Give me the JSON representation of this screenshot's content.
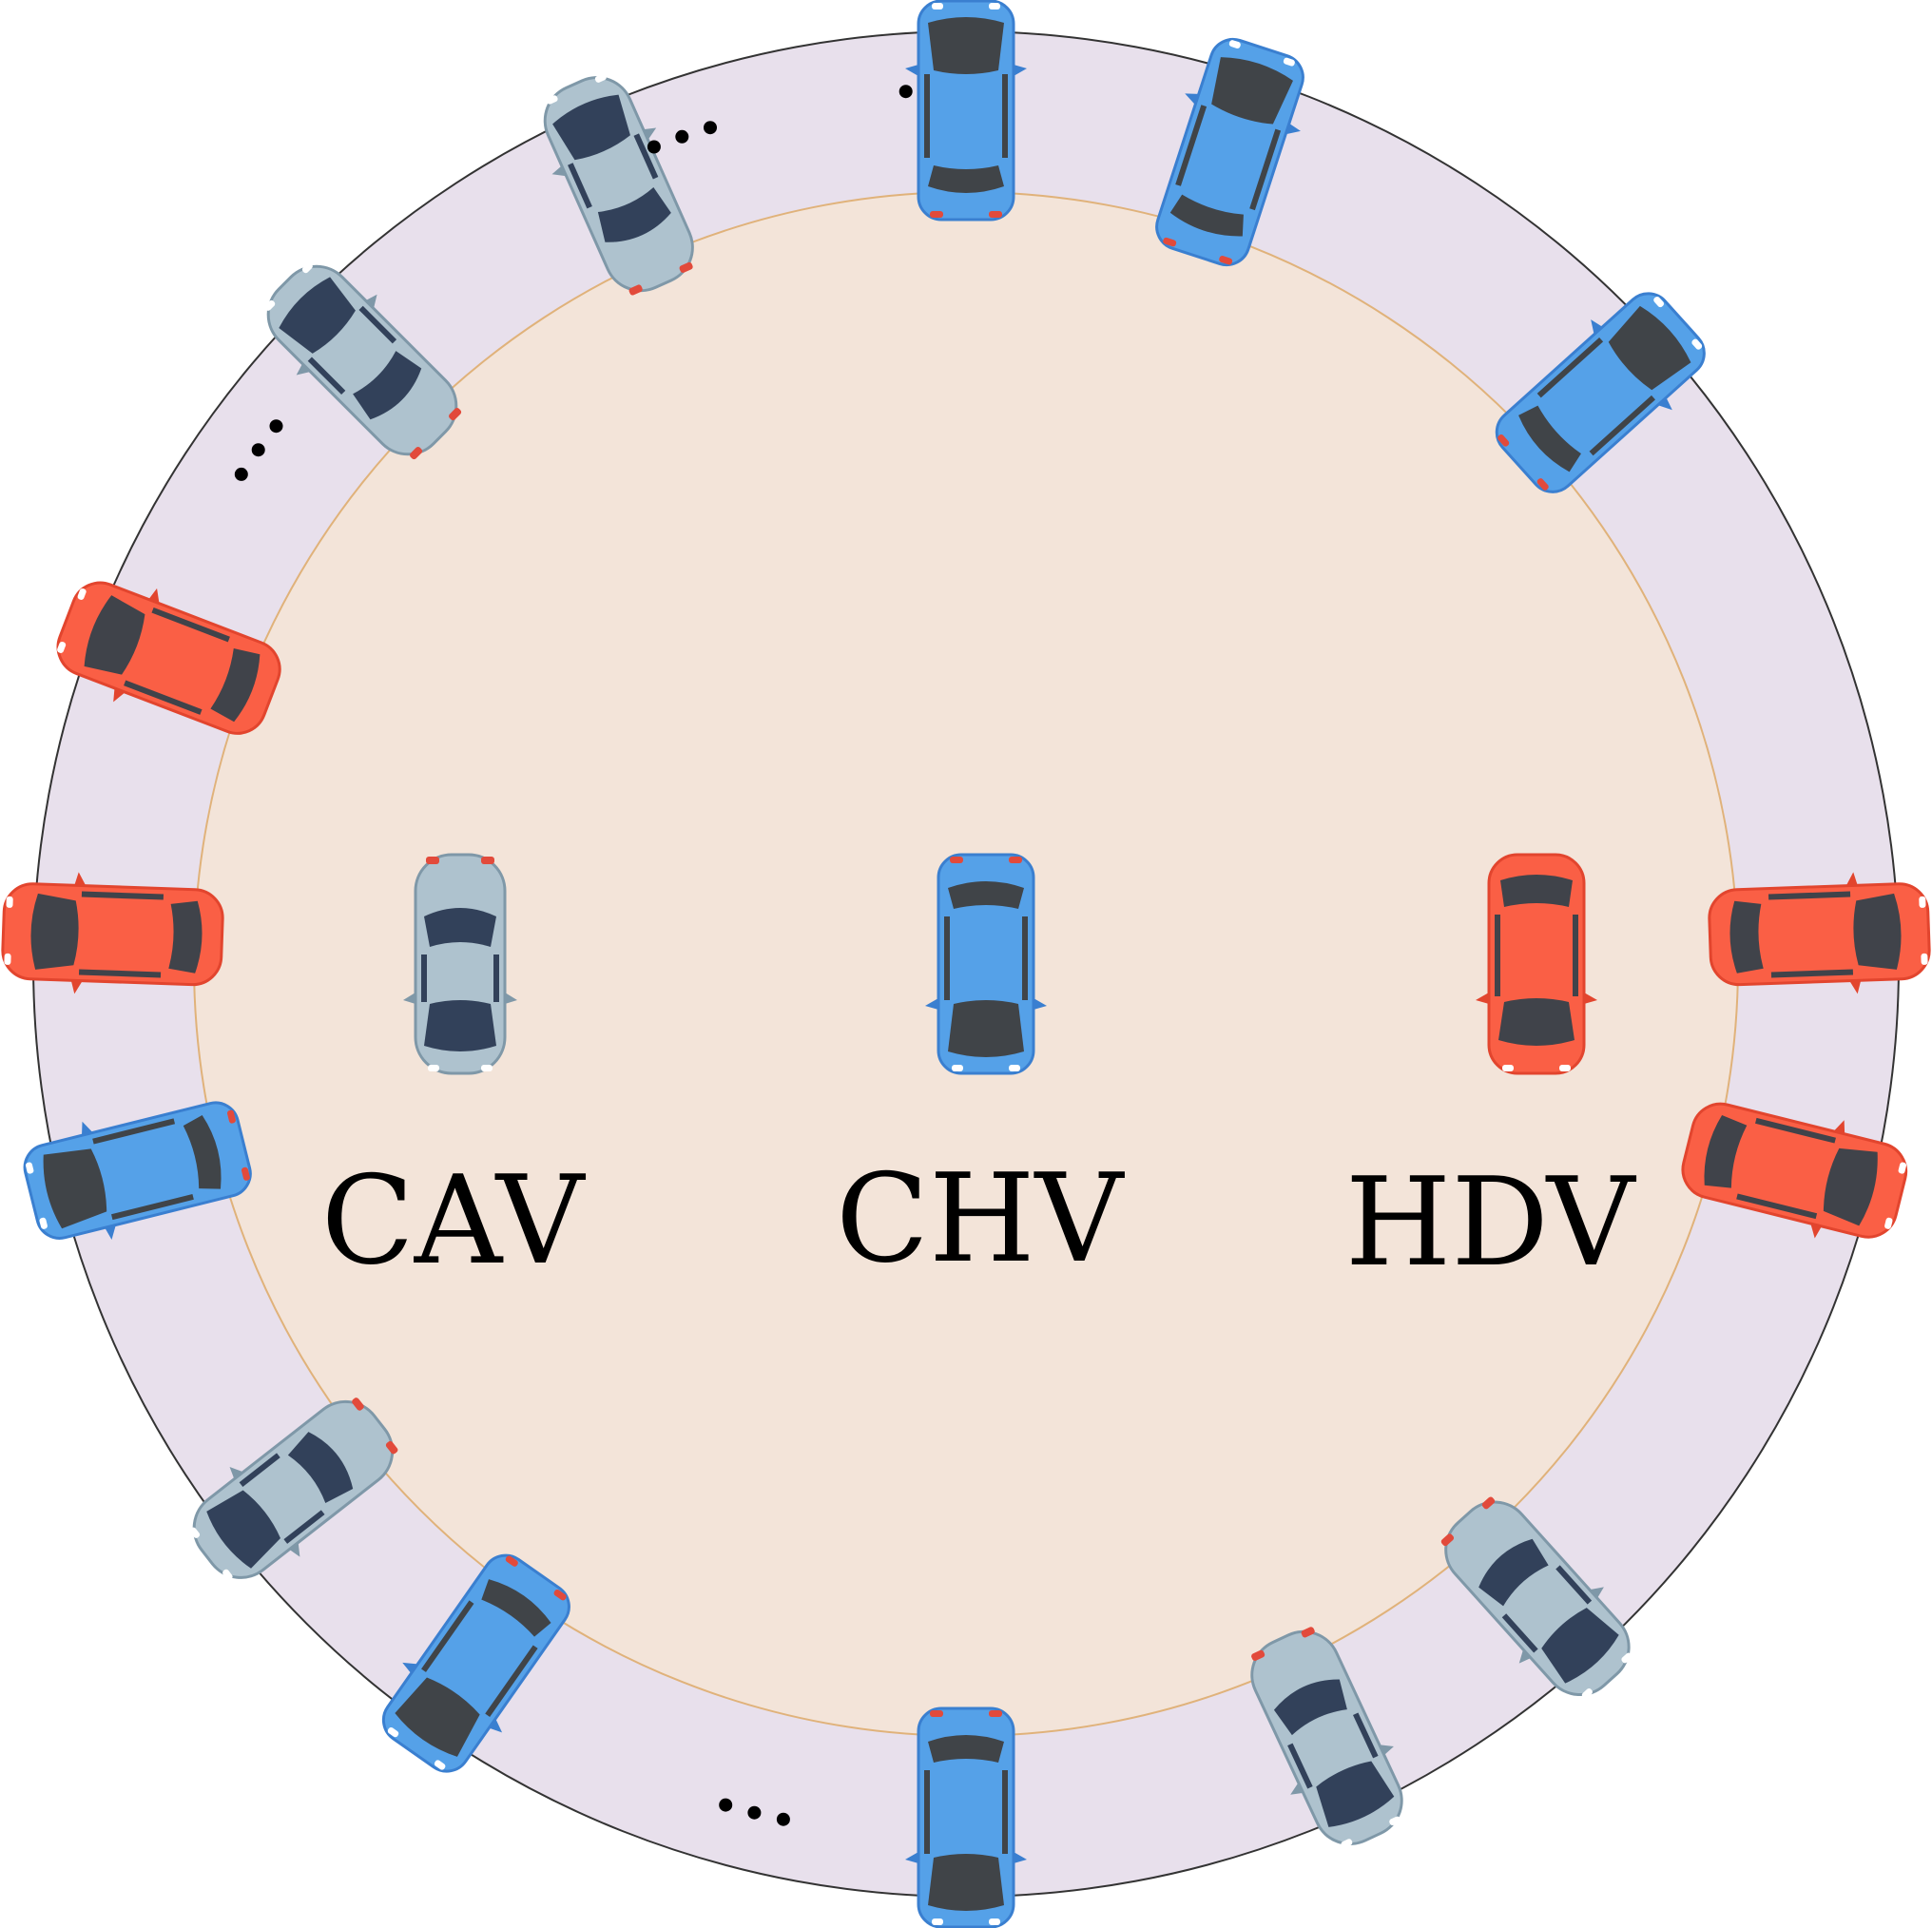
{
  "colors": {
    "ring": "#e8e0ec",
    "inner": "#f3e4d9",
    "outer_stroke": "#333333",
    "inner_stroke": "#e0b27a",
    "cav_body": "#aec2ce",
    "cav_glass": "#32415a",
    "chv_body": "#55a1e8",
    "chv_glass": "#404448",
    "hdv_body": "#fa5f45",
    "hdv_glass": "#40434a"
  },
  "legend": [
    {
      "type": "cav",
      "label": "CAV"
    },
    {
      "type": "chv",
      "label": "CHV"
    },
    {
      "type": "hdv",
      "label": "HDV"
    }
  ],
  "ring_sequence": [
    "chv",
    "chv",
    "ellipsis",
    "hdv",
    "hdv",
    "cav",
    "cav",
    "chv",
    "ellipsis",
    "chv",
    "cav",
    "chv",
    "hdv",
    "hdv",
    "ellipsis",
    "cav",
    "cav",
    "chv",
    "ellipsis"
  ]
}
